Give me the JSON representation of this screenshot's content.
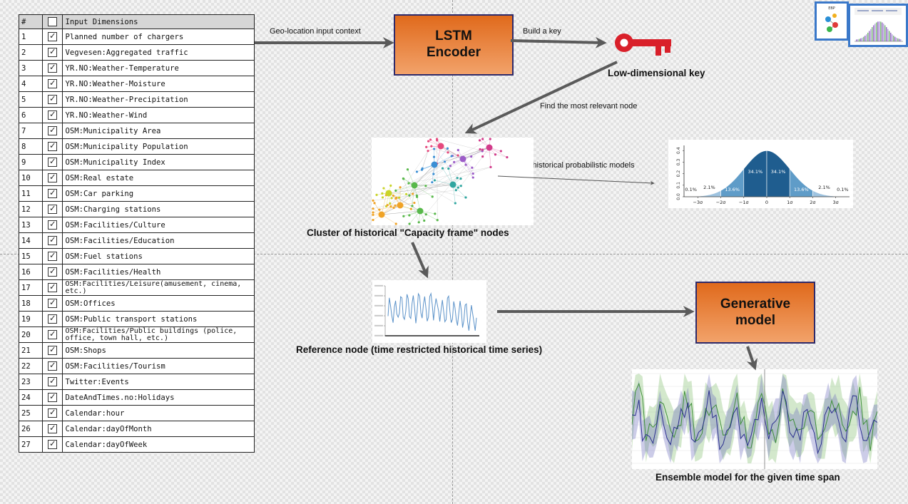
{
  "table": {
    "header": {
      "num": "#",
      "label": "Input Dimensions",
      "checked": false
    },
    "rows": [
      {
        "n": "1",
        "label": "Planned number of chargers",
        "checked": true
      },
      {
        "n": "2",
        "label": "Vegvesen:Aggregated traffic",
        "checked": true
      },
      {
        "n": "3",
        "label": "YR.NO:Weather-Temperature",
        "checked": true
      },
      {
        "n": "4",
        "label": "YR.NO:Weather-Moisture",
        "checked": true
      },
      {
        "n": "5",
        "label": "YR.NO:Weather-Precipitation",
        "checked": true
      },
      {
        "n": "6",
        "label": "YR.NO:Weather-Wind",
        "checked": true
      },
      {
        "n": "7",
        "label": "OSM:Municipality Area",
        "checked": true
      },
      {
        "n": "8",
        "label": "OSM:Municipality Population",
        "checked": true
      },
      {
        "n": "9",
        "label": "OSM:Municipality Index",
        "checked": true
      },
      {
        "n": "10",
        "label": "OSM:Real estate",
        "checked": true
      },
      {
        "n": "11",
        "label": "OSM:Car parking",
        "checked": true
      },
      {
        "n": "12",
        "label": "OSM:Charging stations",
        "checked": true
      },
      {
        "n": "13",
        "label": "OSM:Facilities/Culture",
        "checked": true
      },
      {
        "n": "14",
        "label": "OSM:Facilities/Education",
        "checked": true
      },
      {
        "n": "15",
        "label": "OSM:Fuel stations",
        "checked": true
      },
      {
        "n": "16",
        "label": "OSM:Facilities/Health",
        "checked": true
      },
      {
        "n": "17",
        "label": "OSM:Facilities/Leisure(amusement, cinema, etc.)",
        "checked": true,
        "wrap": true
      },
      {
        "n": "18",
        "label": "OSM:Offices",
        "checked": true
      },
      {
        "n": "19",
        "label": "OSM:Public transport stations",
        "checked": true
      },
      {
        "n": "20",
        "label": "OSM:Facilities/Public buildings (police, office, town hall, etc.)",
        "checked": true,
        "wrap": true
      },
      {
        "n": "21",
        "label": "OSM:Shops",
        "checked": true
      },
      {
        "n": "22",
        "label": "OSM:Facilities/Tourism",
        "checked": true
      },
      {
        "n": "23",
        "label": "Twitter:Events",
        "checked": true
      },
      {
        "n": "24",
        "label": "DateAndTimes.no:Holidays",
        "checked": true
      },
      {
        "n": "25",
        "label": "Calendar:hour",
        "checked": true
      },
      {
        "n": "26",
        "label": "Calendar:dayOfMonth",
        "checked": true
      },
      {
        "n": "27",
        "label": "Calendar:dayOfWeek",
        "checked": true
      }
    ]
  },
  "flow": {
    "geo_label": "Geo-location input context",
    "lstm_line1": "LSTM",
    "lstm_line2": "Encoder",
    "build_key": "Build a key",
    "key_label": "Low-dimensional key",
    "find_node": "Find the most relevant node",
    "based_on": "Based on historical probabilistic models",
    "cluster_label": "Cluster of historical \"Capacity frame\" nodes",
    "reference_label": "Reference node (time restricted historical time series)",
    "gen_line1": "Generative",
    "gen_line2": "model",
    "ensemble_label": "Ensemble model for the given time span"
  },
  "normal_chart": {
    "yticks": [
      "0.0",
      "0.1",
      "0.2",
      "0.3",
      "0.4"
    ],
    "xticks": [
      "−3σ",
      "−2σ",
      "−1σ",
      "0",
      "1σ",
      "2σ",
      "3σ"
    ],
    "pct": [
      "0.1%",
      "2.1%",
      "13.6%",
      "34.1%",
      "34.1%",
      "13.6%",
      "2.1%",
      "0.1%"
    ]
  },
  "thumbnails": {
    "left_title": "EBP"
  },
  "colors": {
    "orange_top": "#e06a1c",
    "orange_bottom": "#f2a26a",
    "key_red": "#d9202a",
    "arrow_gray": "#5a5a5a",
    "bell_dark": "#1f5d8f",
    "bell_mid": "#3f82b5",
    "bell_light": "#7fb3d6"
  }
}
